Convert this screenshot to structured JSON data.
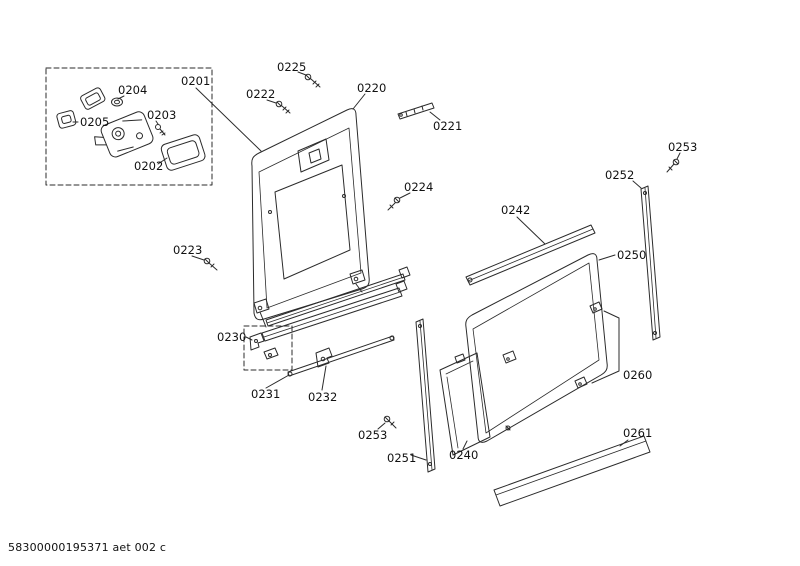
{
  "doc_id": "58300000195371 aet 002 c",
  "colors": {
    "line": "#2b2b2b",
    "background": "#ffffff"
  },
  "parts": {
    "l0201": "0201",
    "l0202": "0202",
    "l0203": "0203",
    "l0204": "0204",
    "l0205": "0205",
    "l0220": "0220",
    "l0221": "0221",
    "l0222": "0222",
    "l0223": "0223",
    "l0224": "0224",
    "l0225": "0225",
    "l0230": "0230",
    "l0231": "0231",
    "l0232": "0232",
    "l0240": "0240",
    "l0242": "0242",
    "l0250": "0250",
    "l0251": "0251",
    "l0252": "0252",
    "l0253": "0253",
    "l0260": "0260",
    "l0261": "0261"
  }
}
